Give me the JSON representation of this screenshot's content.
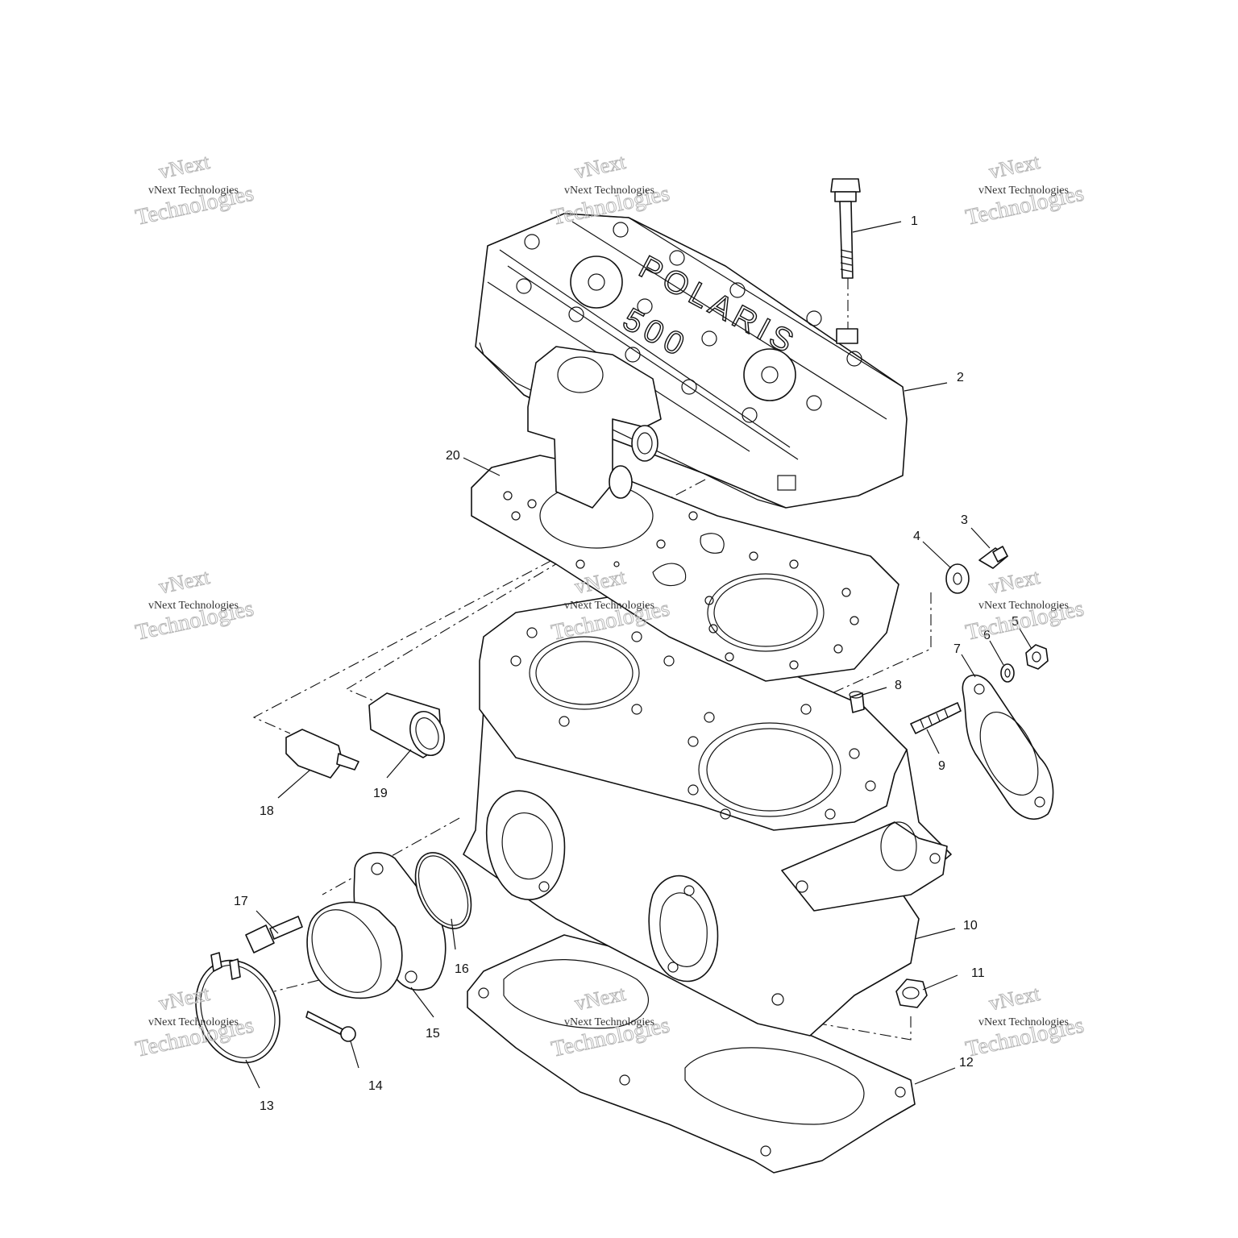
{
  "diagram": {
    "logo": {
      "brand": "POLARIS",
      "model": "500"
    },
    "watermark": {
      "line1": "vNext",
      "line2": "Technologies",
      "full": "vNext Technologies"
    },
    "callouts": [
      {
        "id": "1"
      },
      {
        "id": "2"
      },
      {
        "id": "3"
      },
      {
        "id": "4"
      },
      {
        "id": "5"
      },
      {
        "id": "6"
      },
      {
        "id": "7"
      },
      {
        "id": "8"
      },
      {
        "id": "9"
      },
      {
        "id": "10"
      },
      {
        "id": "11"
      },
      {
        "id": "12"
      },
      {
        "id": "13"
      },
      {
        "id": "14"
      },
      {
        "id": "15"
      },
      {
        "id": "16"
      },
      {
        "id": "17"
      },
      {
        "id": "18"
      },
      {
        "id": "19"
      },
      {
        "id": "20"
      }
    ]
  }
}
